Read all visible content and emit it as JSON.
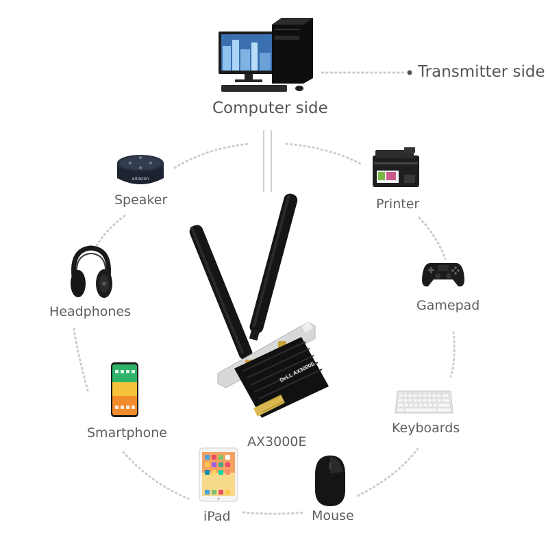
{
  "title_labels": {
    "computer_side": "Computer side",
    "transmitter_side": "Transmitter side",
    "card": "AX3000E"
  },
  "devices": [
    {
      "id": "speaker",
      "label": "Speaker"
    },
    {
      "id": "printer",
      "label": "Printer"
    },
    {
      "id": "headphones",
      "label": "Headphones"
    },
    {
      "id": "gamepad",
      "label": "Gamepad"
    },
    {
      "id": "smartphone",
      "label": "Smartphone"
    },
    {
      "id": "keyboards",
      "label": "Keyboards"
    },
    {
      "id": "ipad",
      "label": "iPad"
    },
    {
      "id": "mouse",
      "label": "Mouse"
    }
  ],
  "card_brand_text": "DeLL AX3000E",
  "speaker_brand_text": "amazon",
  "colors": {
    "dots": "#c9c9c9",
    "text": "#5a5a5a",
    "card_black": "#111111",
    "bracket": "#d8d8d8",
    "monitor_screen": "#3a6fb0",
    "phone_screen": "#2fb36a",
    "mouse": "#151515"
  }
}
